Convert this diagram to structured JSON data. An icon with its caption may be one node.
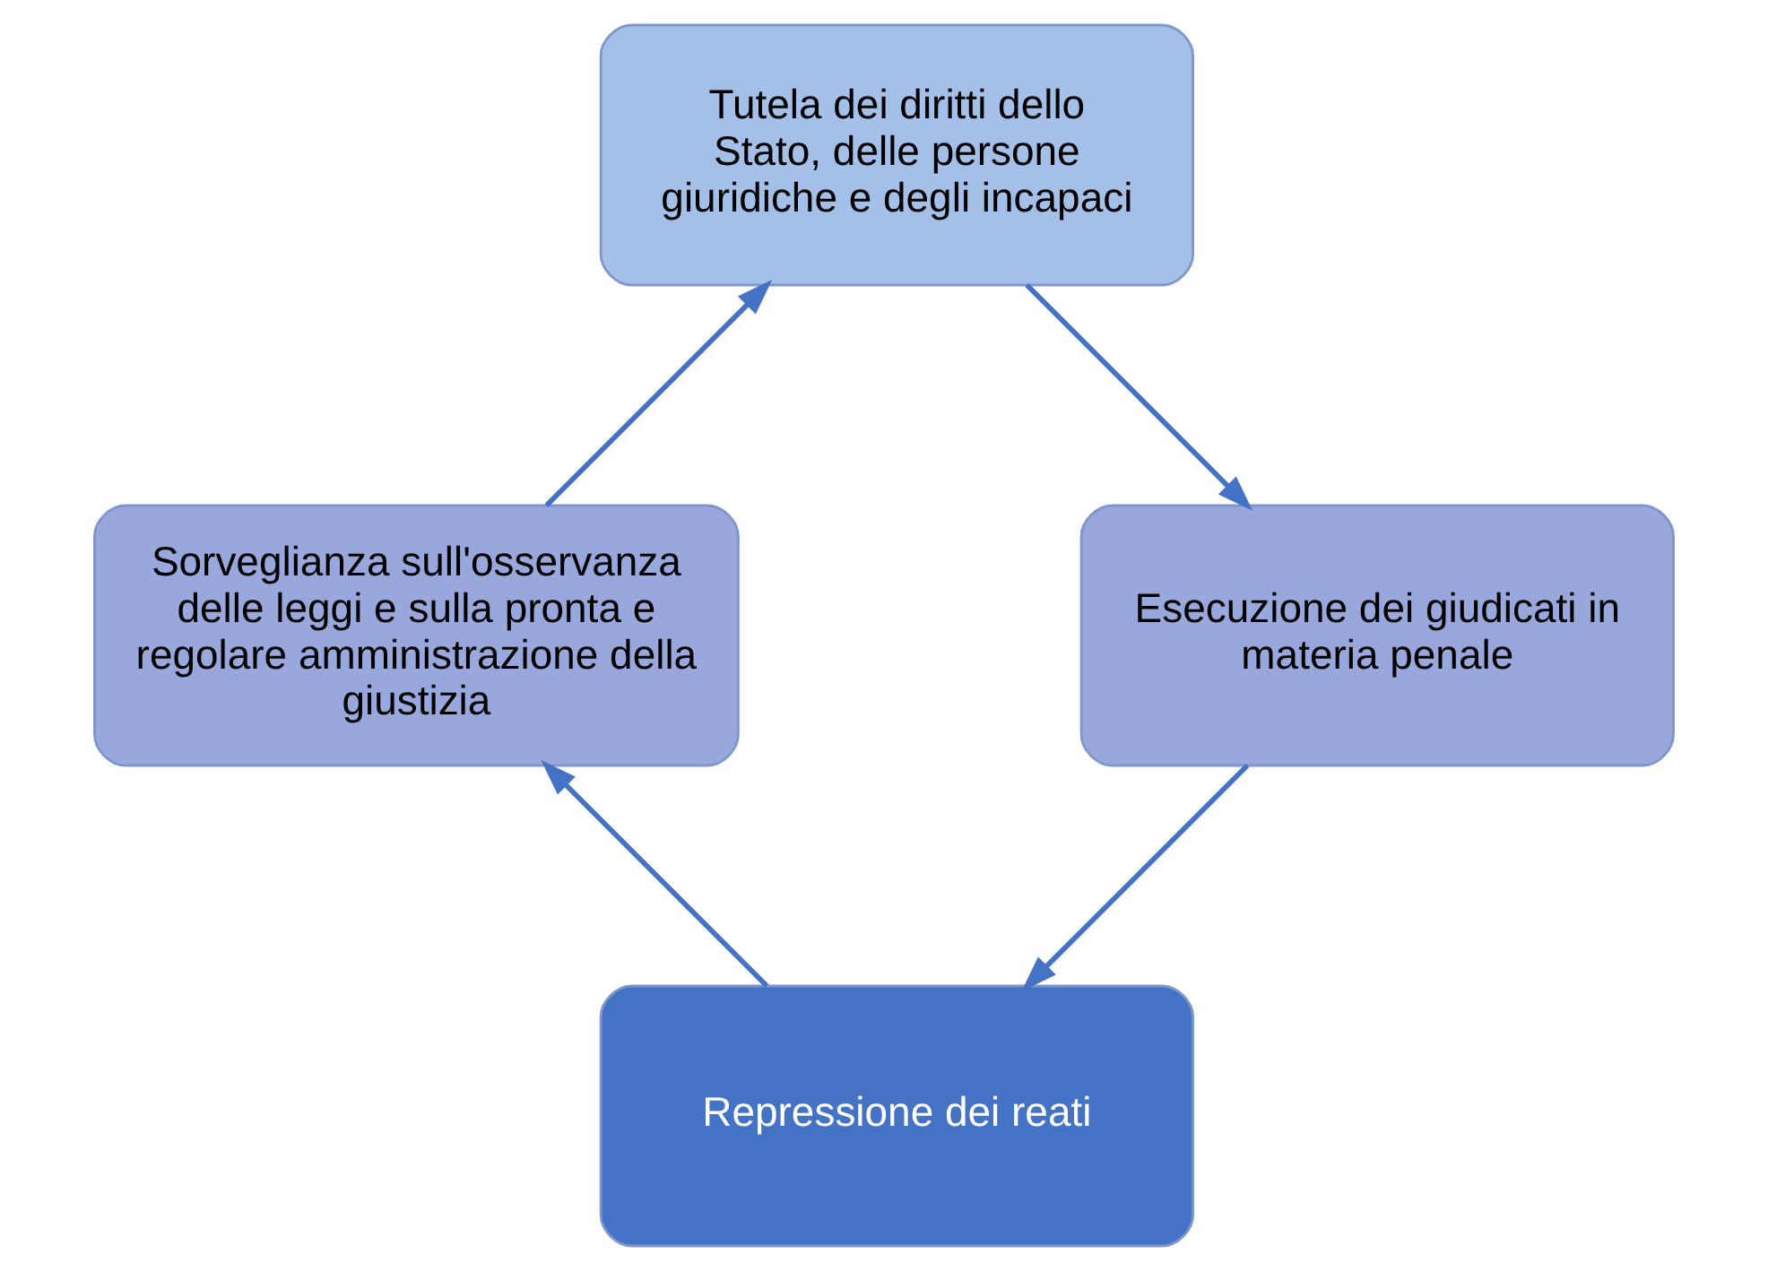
{
  "diagram": {
    "nodes": [
      {
        "text": [
          "Repressione dei reati"
        ]
      },
      {
        "text": [
          "Esecuzione dei giudicati in materia penale"
        ]
      },
      {
        "text": [
          "Sorveglianza sull'osservanza delle leggi e sulla pronta e regolare amministrazione della giustizia"
        ]
      },
      {
        "text": [
          "Tutela dei diritti dello Stato, delle persone giuridiche e degli incapaci"
        ]
      }
    ],
    "edges": [
      {
        "from": 0,
        "to": 2,
        "arrow": "to"
      },
      {
        "from": 2,
        "to": 3,
        "arrow": "to"
      },
      {
        "from": 3,
        "to": 1,
        "arrow": "to"
      },
      {
        "from": 1,
        "to": 0,
        "arrow": "to"
      }
    ]
  }
}
